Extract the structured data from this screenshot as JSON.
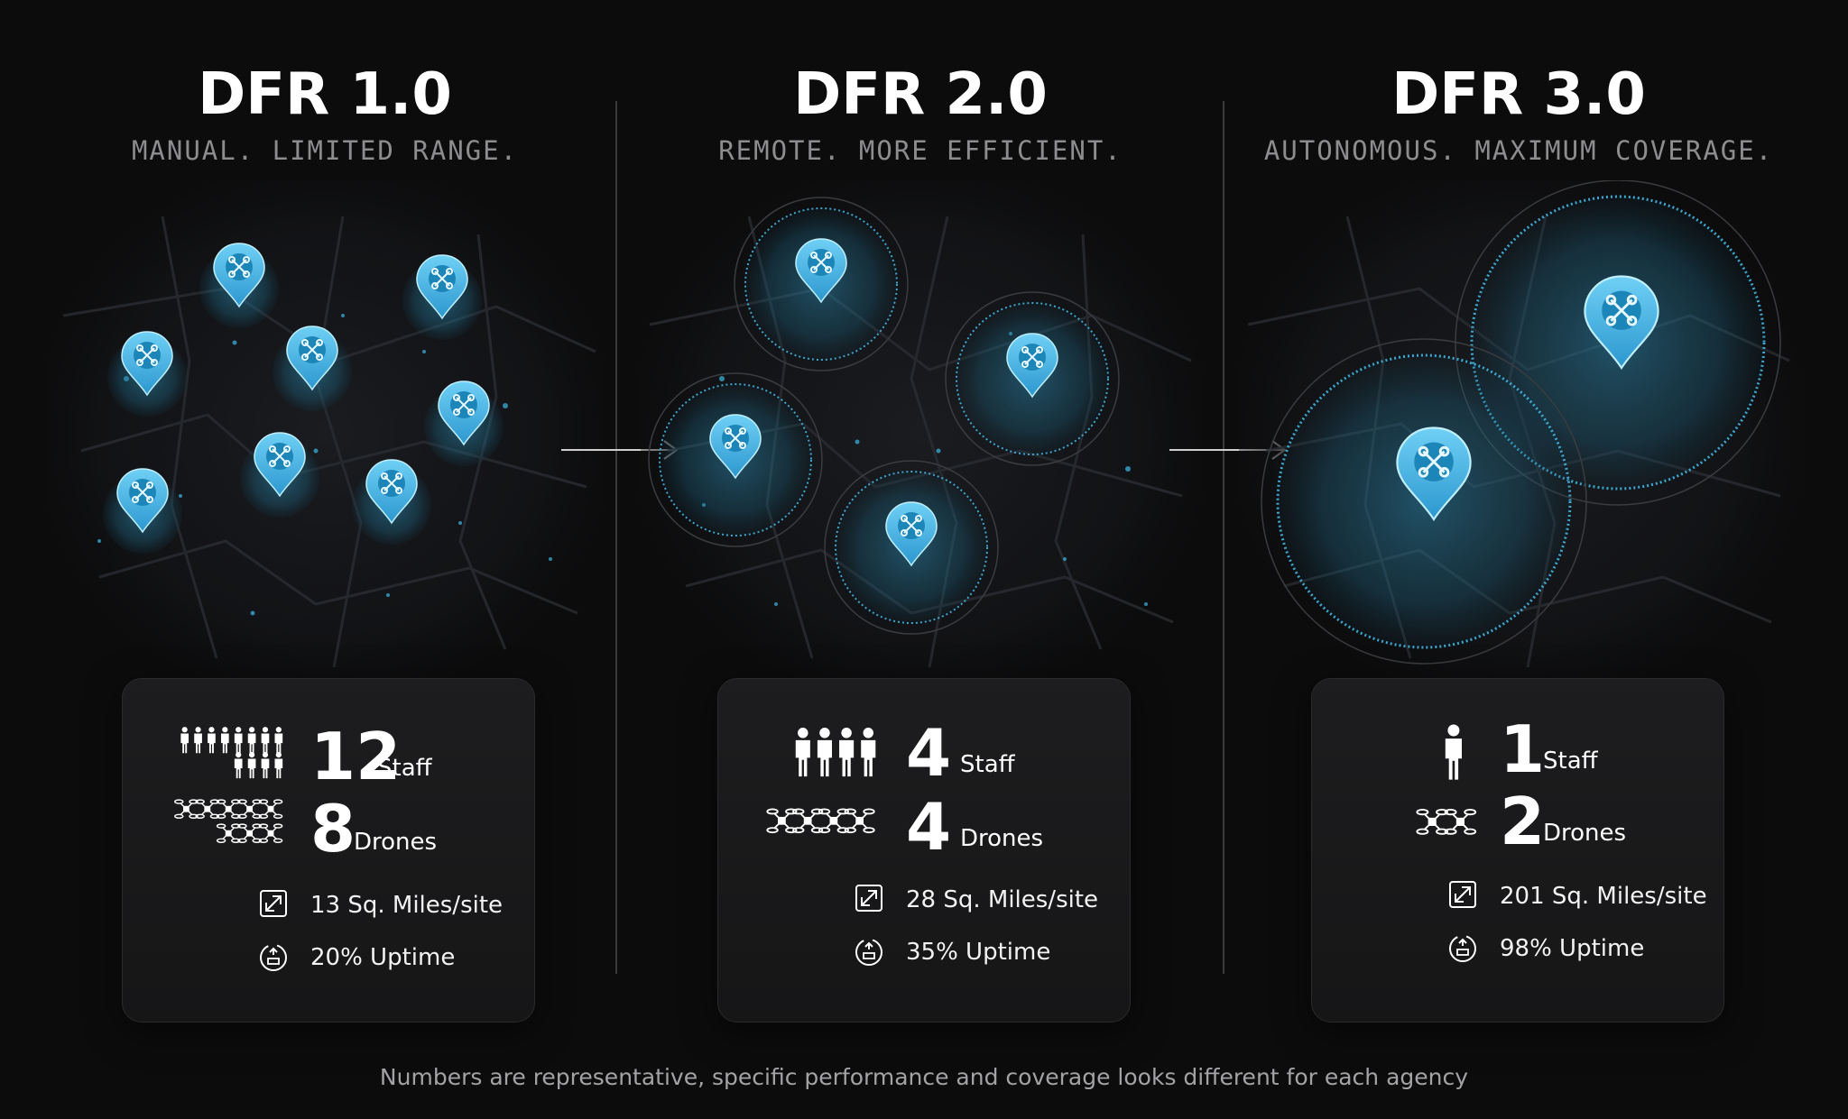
{
  "tiers": [
    {
      "title": "DFR 1.0",
      "subtitle": "MANUAL. LIMITED RANGE.",
      "staff_value": "12",
      "staff_label": "Staff",
      "drones_value": "8",
      "drones_label": "Drones",
      "coverage": "13 Sq. Miles/site",
      "uptime": "20% Uptime"
    },
    {
      "title": "DFR 2.0",
      "subtitle": "REMOTE. MORE EFFICIENT.",
      "staff_value": "4",
      "staff_label": "Staff",
      "drones_value": "4",
      "drones_label": "Drones",
      "coverage": "28 Sq. Miles/site",
      "uptime": "35% Uptime"
    },
    {
      "title": "DFR 3.0",
      "subtitle": "AUTONOMOUS. MAXIMUM COVERAGE.",
      "staff_value": "1",
      "staff_label": "Staff",
      "drones_value": "2",
      "drones_label": "Drones",
      "coverage": "201 Sq. Miles/site",
      "uptime": "98% Uptime"
    }
  ],
  "footnote": "Numbers are representative, specific performance and coverage looks different for each agency",
  "colors": {
    "background": "#0c0c0d",
    "accent": "#3fb8e6",
    "accent_dark": "#1a6f93",
    "card": "#1b1b1d",
    "muted_text": "#8d8d8f"
  },
  "icons": {
    "staff": "person-icon",
    "drone": "drone-icon",
    "coverage": "expand-icon",
    "uptime": "uptime-drone-icon",
    "pin": "map-pin-drone-icon",
    "arrow": "right-arrow-icon"
  }
}
